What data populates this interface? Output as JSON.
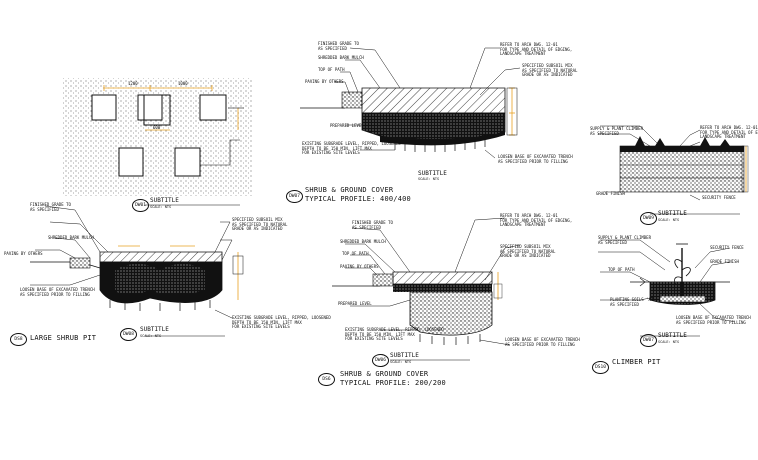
{
  "details": [
    {
      "id": "plan",
      "badge": "DW01",
      "subtitle": "SUBTITLE",
      "scale": "SCALE: NTS",
      "title1": "",
      "title2": ""
    },
    {
      "id": "shrub400",
      "badge": "DW07",
      "subtitle": "SUBTITLE",
      "scale": "SCALE: NTS",
      "title1": "SHRUB & GROUND COVER",
      "title2": "TYPICAL PROFILE: 400/400"
    },
    {
      "id": "shrub-tree",
      "badge": "DW09",
      "subtitle": "SUBTITLE",
      "scale": "SCALE: NTS",
      "title1": "",
      "title2": ""
    },
    {
      "id": "large-shrub",
      "badge": "DW08",
      "subtitle": "SUBTITLE",
      "scale": "SCALE: NTS",
      "title1": "LARGE SHRUB PIT",
      "title2": "",
      "tag": "DS8"
    },
    {
      "id": "shrub200",
      "badge": "DW06",
      "subtitle": "SUBTITLE",
      "scale": "SCALE: NTS",
      "title1": "SHRUB & GROUND COVER",
      "title2": "TYPICAL PROFILE: 200/200",
      "tag": "DS6"
    },
    {
      "id": "climber",
      "badge": "DW07",
      "subtitle": "SUBTITLE",
      "scale": "SCALE: NTS",
      "title1": "CLIMBER PIT",
      "title2": "",
      "tag": "DS10"
    }
  ],
  "notes": {
    "n1": "FINISHED GRADE TO\nAS SPECIFIED",
    "n2": "SHREDDED BARK MULCH",
    "n3": "TOP OF PATH",
    "n4": "PAVING BY OTHERS",
    "n5": "REFER TO ARCH DWG. 12-01\nFOR TYPE AND DETAIL OF EDGING,\nLANDSCAPE TREATMENT",
    "n6": "SPECIFIED SUBSOIL MIX\nAS SPECIFIED TO NATURAL\nGRADE OR AS INDICATED",
    "n7": "PREPARED LEVEL",
    "n8": "EXISTING SUBGRADE LEVEL, RIPPED, LOOSENED\nDEPTH TO BE 150 MIN. LIFT MAX\nFOR EXISTING SITE LEVELS",
    "n9": "LOOSEN BASE OF EXCAVATED TRENCH\nAS SPECIFIED PRIOR TO FILLING",
    "n10": "SUPPLY & PLANT CLIMBER\nAS SPECIFIED",
    "n11": "SECURITY FENCE",
    "n12": "GRADE FINISH",
    "n13": "PLANTING SOILS 'A'\nAS SPECIFIED",
    "dim1": "1200",
    "dim2": "1000",
    "dim3": "600"
  }
}
